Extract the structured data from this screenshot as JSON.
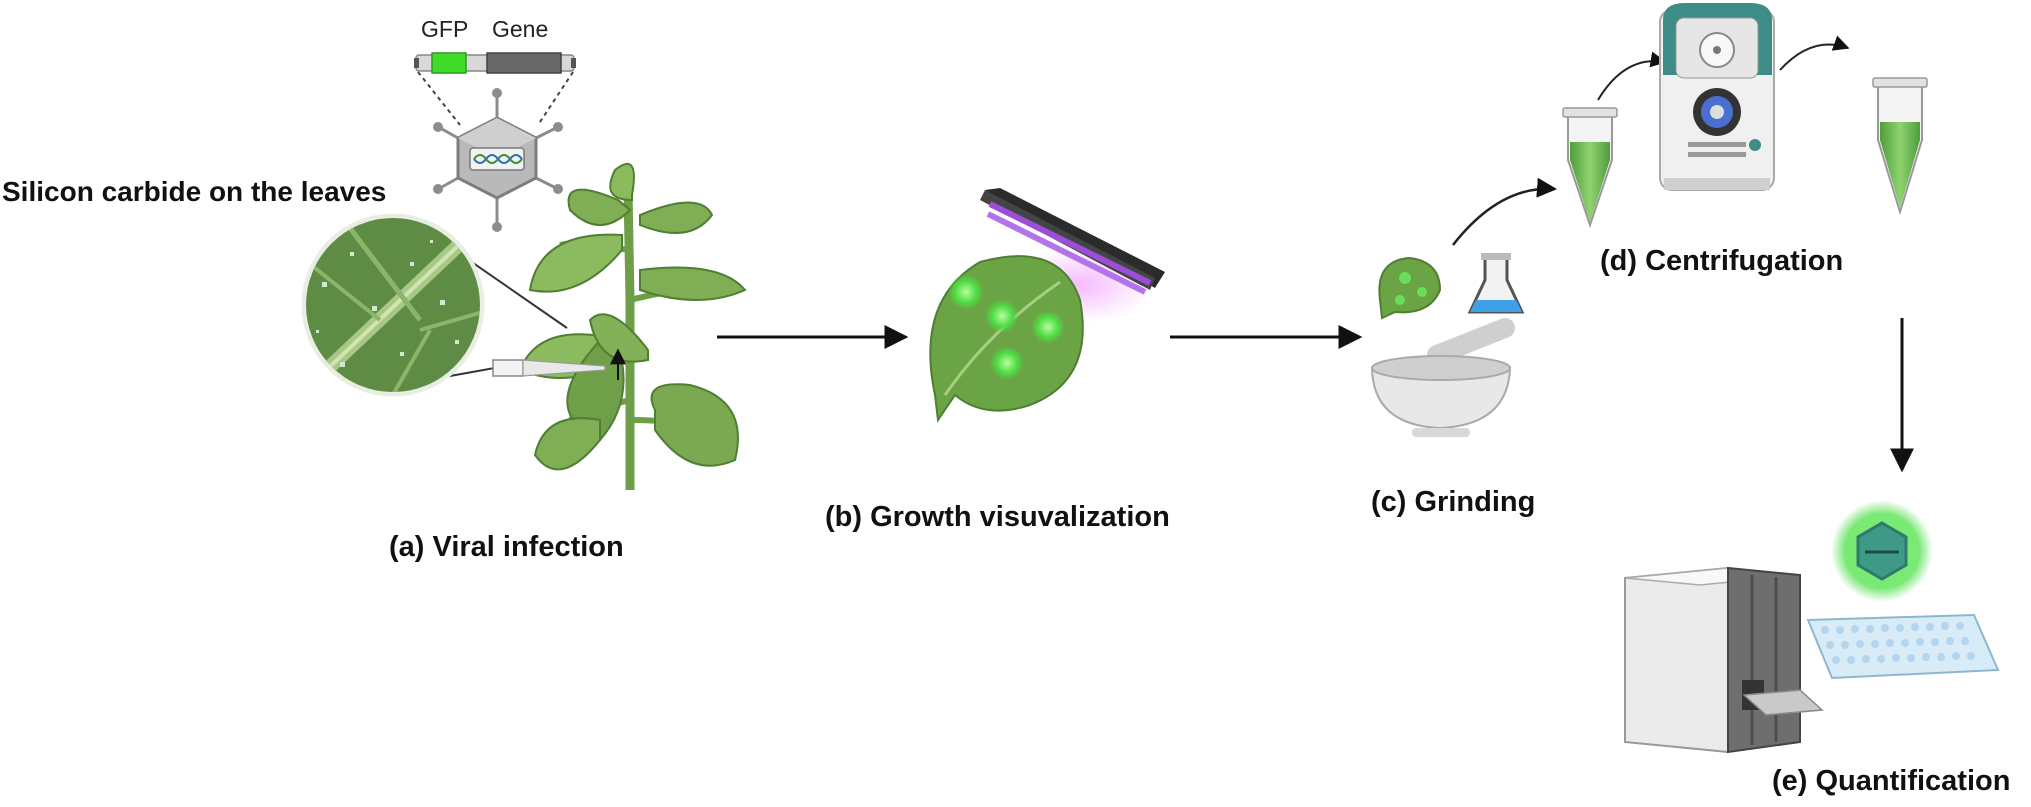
{
  "plasmid": {
    "gfp_label": "GFP",
    "gene_label": "Gene"
  },
  "annotations": {
    "silicon": "Silicon carbide on the leaves"
  },
  "steps": {
    "a": "(a) Viral infection",
    "b": "(b) Growth visuvalization",
    "c": "(c) Grinding",
    "d": "(d) Centrifugation",
    "e": "(e) Quantification"
  },
  "colors": {
    "gfp_green": "#3fdc2a",
    "leaf_green": "#6a9e44",
    "leaf_dark": "#4f7e34",
    "uv_purple": "#9b4fd8",
    "flask_blue": "#3ea0e6",
    "tube_green": "#5fb04a",
    "centrifuge_teal": "#3d8c86",
    "fluor_green": "#7cf07a"
  }
}
